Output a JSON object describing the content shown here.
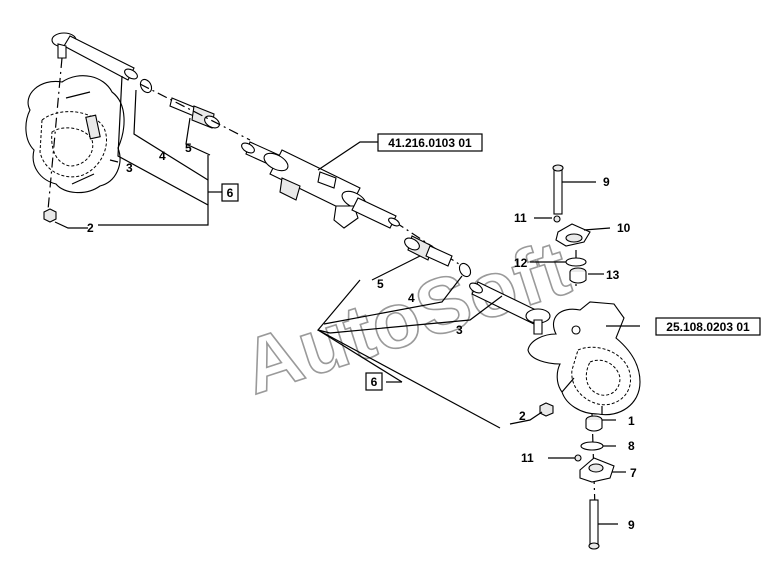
{
  "callouts": {
    "cylinder_ref": "41.216.0103 01",
    "knuckle_ref": "25.108.0203 01",
    "assembly_left": "6",
    "assembly_right": "6"
  },
  "labels": {
    "left_2": "2",
    "left_3": "3",
    "left_4": "4",
    "left_5": "5",
    "mid_5": "5",
    "mid_4": "4",
    "mid_3": "3",
    "right_2": "2",
    "r_9_top": "9",
    "r_11_top": "11",
    "r_10": "10",
    "r_12": "12",
    "r_13": "13",
    "r_1": "1",
    "r_8": "8",
    "r_11_bottom": "11",
    "r_7": "7",
    "r_9_bottom": "9"
  },
  "watermark": "AutoSoft"
}
